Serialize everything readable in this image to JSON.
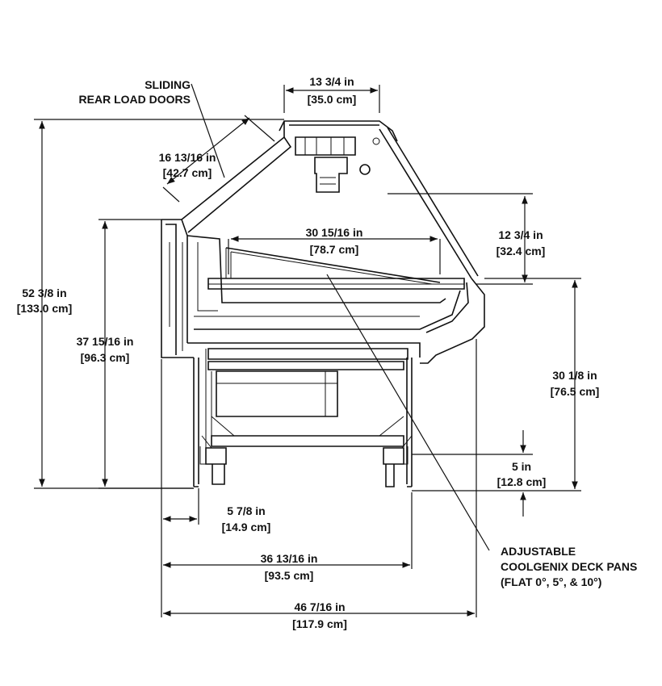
{
  "callouts": {
    "doors_line1": "SLIDING",
    "doors_line2": "REAR LOAD DOORS",
    "pans_line1": "ADJUSTABLE",
    "pans_line2": "COOLGENIX DECK PANS",
    "pans_line3": "(FLAT 0°, 5°, & 10°)"
  },
  "dimensions": {
    "top_width_in": "13 3/4 in",
    "top_width_cm": "[35.0 cm]",
    "glass_in": "16 13/16 in",
    "glass_cm": "[42.7 cm]",
    "deck_in": "30 15/16 in",
    "deck_cm": "[78.7 cm]",
    "front_glass_in": "12 3/4 in",
    "front_glass_cm": "[32.4 cm]",
    "overall_height_in": "52 3/8 in",
    "overall_height_cm": "[133.0 cm]",
    "rear_height_in": "37 15/16 in",
    "rear_height_cm": "[96.3 cm]",
    "front_height_in": "30 1/8 in",
    "front_height_cm": "[76.5 cm]",
    "leg_in": "5 in",
    "leg_cm": "[12.8 cm]",
    "rear_offset_in": "5 7/8 in",
    "rear_offset_cm": "[14.9 cm]",
    "base_depth_in": "36 13/16 in",
    "base_depth_cm": "[93.5 cm]",
    "overall_depth_in": "46 7/16 in",
    "overall_depth_cm": "[117.9 cm]"
  }
}
